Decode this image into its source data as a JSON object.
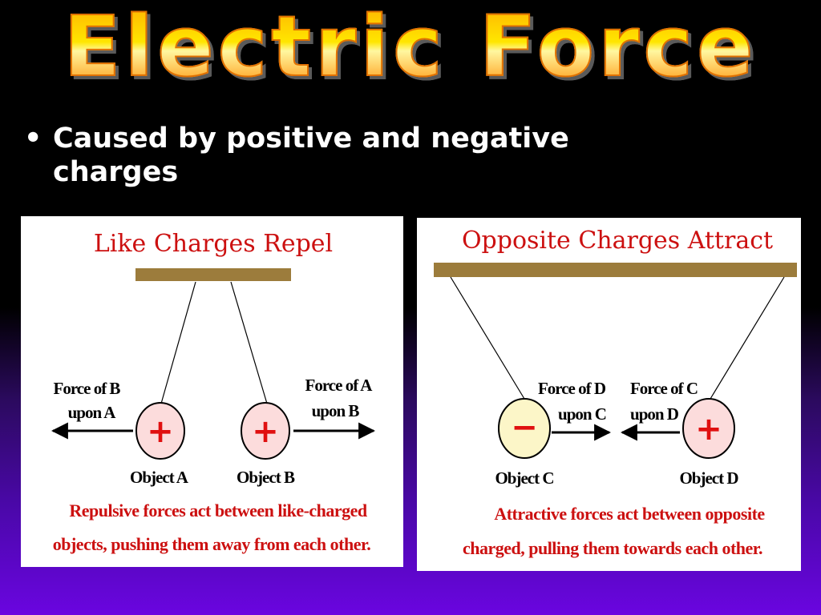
{
  "title": "Electric Force",
  "bullet": {
    "symbol": "•",
    "text": "Caused by positive and negative charges"
  },
  "left_panel": {
    "title": "Like Charges Repel",
    "force_left_line1": "Force of B",
    "force_left_line2": "upon A",
    "force_right_line1": "Force of A",
    "force_right_line2": "upon B",
    "object_a": {
      "label": "Object A",
      "sign": "+"
    },
    "object_b": {
      "label": "Object B",
      "sign": "+"
    },
    "caption_line1": "Repulsive forces act between like-charged",
    "caption_line2": "objects, pushing them away from each other."
  },
  "right_panel": {
    "title": "Opposite Charges Attract",
    "force_left_line1": "Force of D",
    "force_left_line2": "upon C",
    "force_right_line1": "Force of C",
    "force_right_line2": "upon D",
    "object_c": {
      "label": "Object C",
      "sign": "−"
    },
    "object_d": {
      "label": "Object D",
      "sign": "+"
    },
    "caption_line1": "Attractive forces act between opposite",
    "caption_line2": "charged, pulling them towards each other."
  },
  "colors": {
    "title_fill": "#ffd700",
    "title_red": "#cc1010",
    "bar": "#9c7c3c",
    "positive_ball": "#fcdcdc",
    "negative_ball": "#fcf6c8",
    "background_bottom": "#6a05e0"
  }
}
